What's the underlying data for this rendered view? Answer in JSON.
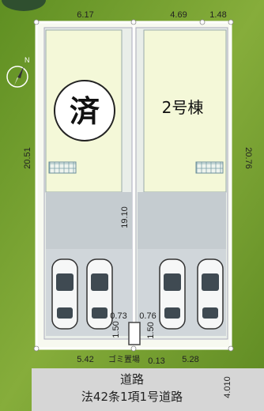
{
  "compass": {
    "label": "N"
  },
  "top_dims": {
    "left": "6.17",
    "right_a": "4.69",
    "right_b": "1.48"
  },
  "side_dims": {
    "left": "20.51",
    "right": "20.76",
    "inner": "19.10"
  },
  "lot1": {
    "status_char": "済"
  },
  "lot2": {
    "label": "2号棟"
  },
  "garbage": {
    "d1": "0.73",
    "d2": "0.76",
    "d3": "1.50",
    "d4": "1.50",
    "d5": "0.13",
    "label": "ゴミ置場"
  },
  "bottom_dims": {
    "left": "5.42",
    "right": "5.28"
  },
  "road": {
    "title": "道路",
    "subtitle": "法42条1項1号道路",
    "width": "4.010"
  },
  "colors": {
    "grass": "#6f9a2c",
    "lot": "#f2f7d6",
    "parking": "#c9d0d3",
    "road": "#d4d4d4",
    "line": "#ffffff"
  }
}
